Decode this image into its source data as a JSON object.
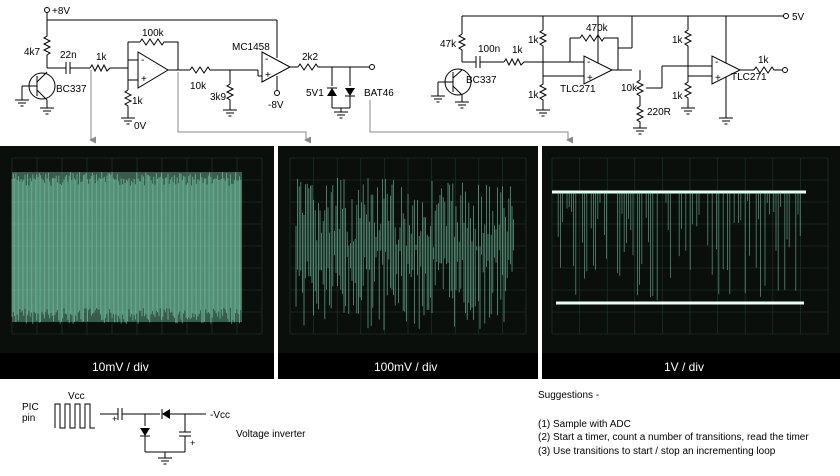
{
  "colors": {
    "trace": "#8ff0c8",
    "screen_dark": "#0a0f0c",
    "caption_bg": "#000000",
    "wire": "#000000",
    "pointer": "#8a8a8a"
  },
  "circuit_left": {
    "supply_pos": "+8V",
    "collector_resistor": "4k7",
    "coupling_cap": "22n",
    "input_resistor": "1k",
    "feedback_resistor": "100k",
    "bias_resistor": "1k",
    "ground_label": "0V",
    "transistor": "BC337",
    "opamp": "MC1458",
    "divider_top": "10k",
    "divider_bottom": "3k9",
    "supply_neg": "-8V",
    "output_resistor": "2k2",
    "zener": "5V1",
    "schottky": "BAT46",
    "opamp_minus": "-",
    "opamp_plus": "+"
  },
  "circuit_right": {
    "supply": "5V",
    "collector_resistor": "47k",
    "coupling_cap": "100n",
    "input_resistor": "1k",
    "feedback_resistor": "470k",
    "div_a_top": "1k",
    "div_a_bottom": "1k",
    "div_b_top": "1k",
    "div_b_bottom": "1k",
    "transistor": "BC337",
    "opamp1": "TLC271",
    "pot": "10k",
    "low_resistor": "220R",
    "opamp2": "TLC271",
    "output_resistor": "1k"
  },
  "scopes": [
    {
      "caption": "10mV / div"
    },
    {
      "caption": "100mV / div"
    },
    {
      "caption": "1V / div"
    }
  ],
  "inverter": {
    "pin_label_1": "PIC",
    "pin_label_2": "pin",
    "vcc_label": "Vcc",
    "neg_label": "-Vcc",
    "title": "Voltage inverter",
    "plus_1": "+",
    "plus_2": "+"
  },
  "suggestions": {
    "heading": "Suggestions -",
    "items": [
      "(1) Sample with ADC",
      "(2) Start a timer, count a number of transitions, read the timer",
      "(3) Use transitions to start / stop an incrementing loop"
    ]
  }
}
